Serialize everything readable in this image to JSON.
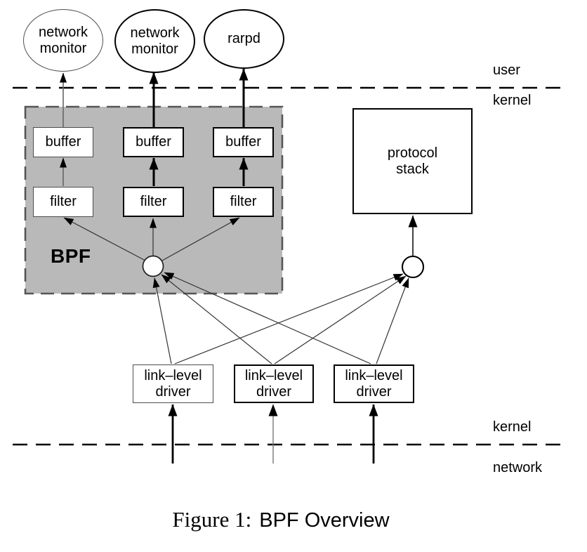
{
  "figure": {
    "caption_prefix": "Figure 1:",
    "caption_title": "BPF Overview"
  },
  "boundaries": {
    "user": "user",
    "kernel_top": "kernel",
    "kernel_bottom": "kernel",
    "network": "network"
  },
  "nodes": {
    "monitor_left": "network\nmonitor",
    "monitor_center": "network\nmonitor",
    "rarpd": "rarpd",
    "buffer_left": "buffer",
    "buffer_center": "buffer",
    "buffer_right": "buffer",
    "filter_left": "filter",
    "filter_center": "filter",
    "filter_right": "filter",
    "bpf": "BPF",
    "protocol_stack": "protocol\nstack",
    "driver_left": "link–level\ndriver",
    "driver_center": "link–level\ndriver",
    "driver_right": "link–level\ndriver"
  },
  "colors": {
    "bpf_fill": "#b9b9b9",
    "ink": "#000000"
  }
}
